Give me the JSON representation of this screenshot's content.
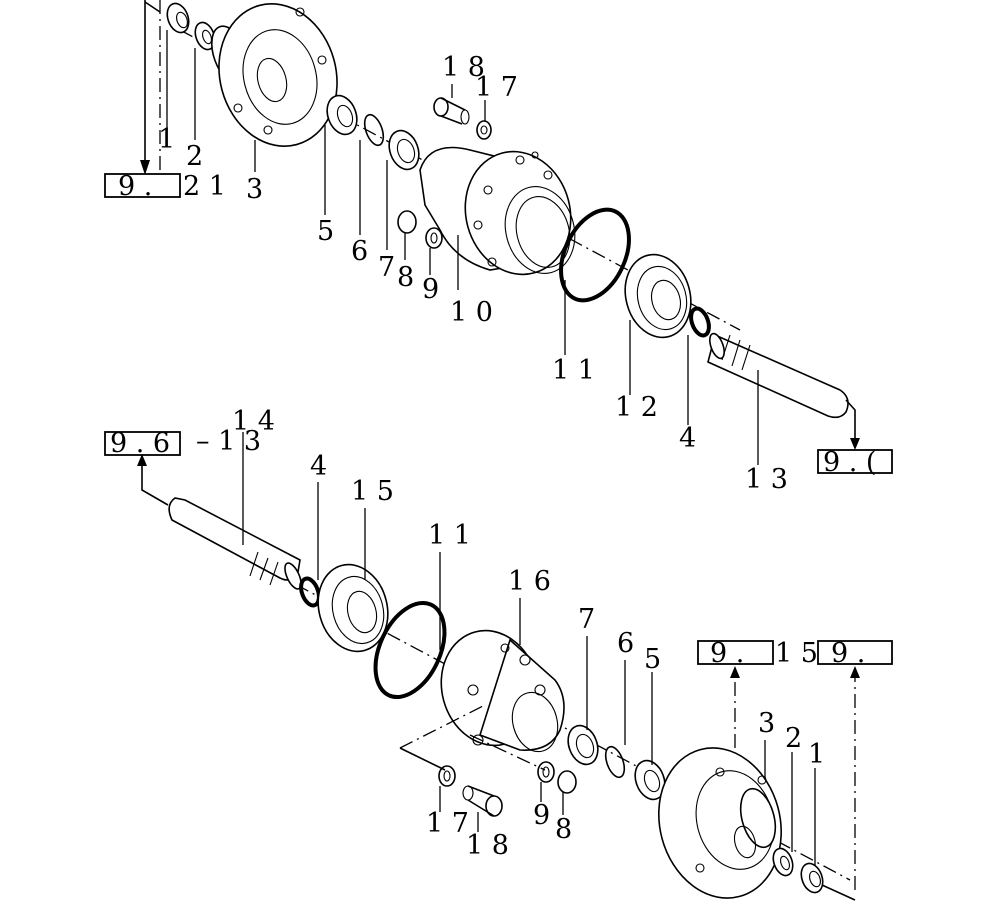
{
  "labels": {
    "top_1": "1",
    "top_2": "2",
    "top_3": "3",
    "top_5": "5",
    "top_6": "6",
    "top_7": "7",
    "top_8": "8",
    "top_9": "9",
    "top_10": "1 0",
    "top_11": "1 1",
    "top_12": "1 2",
    "top_4": "4",
    "top_13": "1 3",
    "top_17": "1 7",
    "top_18": "1 8",
    "bot_14": "1 4",
    "bot_4": "4",
    "bot_15": "1 5",
    "bot_11": "1 1",
    "bot_16": "1 6",
    "bot_7": "7",
    "bot_6": "6",
    "bot_5": "5",
    "bot_3": "3",
    "bot_2": "2",
    "bot_1": "1",
    "bot_17": "1 7",
    "bot_18": "1 8",
    "bot_9": "9",
    "bot_8": "8"
  },
  "refs": {
    "ref_top_left": "9 .",
    "ref_top_left_suffix": "2 1",
    "ref_mid_left": "9 . 6",
    "ref_mid_left_suffix": "– 1 3",
    "ref_mid_right": "9 . (",
    "ref_bot_a": "9 .",
    "ref_bot_a_suffix": "1 5",
    "ref_bot_b": "9 ."
  }
}
